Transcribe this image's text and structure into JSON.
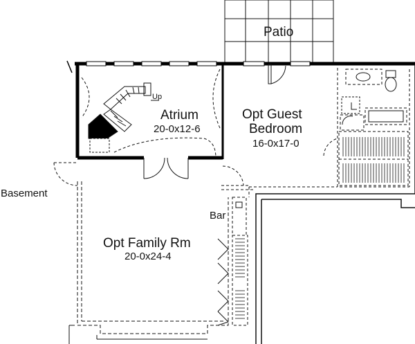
{
  "plan": {
    "rooms": {
      "patio": {
        "name": "Patio"
      },
      "atrium": {
        "name": "Atrium",
        "dims": "20-0x12-6"
      },
      "guest_bedroom": {
        "name_line1": "Opt Guest",
        "name_line2": "Bedroom",
        "dims": "16-0x17-0"
      },
      "family_room": {
        "name": "Opt Family Rm",
        "dims": "20-0x24-4"
      },
      "bar": {
        "name": "Bar"
      },
      "basement": {
        "name": "Basement"
      }
    },
    "stairs": {
      "label": "Up"
    }
  }
}
